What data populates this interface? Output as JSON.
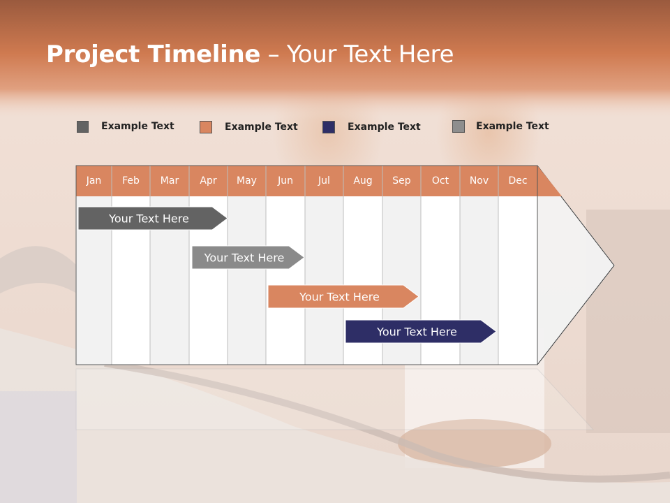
{
  "title": {
    "bold": "Project Timeline",
    "rest": " – Your Text Here"
  },
  "legend": [
    {
      "label": "Example Text",
      "color": "#636363"
    },
    {
      "label": "Example Text",
      "color": "#d98660"
    },
    {
      "label": "Example Text",
      "color": "#2e2e66"
    },
    {
      "label": "Example Text",
      "color": "#8e8e8e"
    }
  ],
  "months": [
    "Jan",
    "Feb",
    "Mar",
    "Apr",
    "May",
    "Jun",
    "Jul",
    "Aug",
    "Sep",
    "Oct",
    "Nov",
    "Dec"
  ],
  "tasks": [
    {
      "label": "Your  Text Here",
      "color": "#636363",
      "start": "Jan",
      "end": "Apr"
    },
    {
      "label": "Your  Text Here",
      "color": "#8a8a8a",
      "start": "Apr",
      "end": "Jun"
    },
    {
      "label": "Your  Text Here",
      "color": "#d98660",
      "start": "Jun",
      "end": "Sep"
    },
    {
      "label": "Your  Text Here",
      "color": "#2e2e66",
      "start": "Aug",
      "end": "Nov"
    }
  ],
  "colors": {
    "header": "#d98660",
    "banner": "#c86a3e"
  }
}
